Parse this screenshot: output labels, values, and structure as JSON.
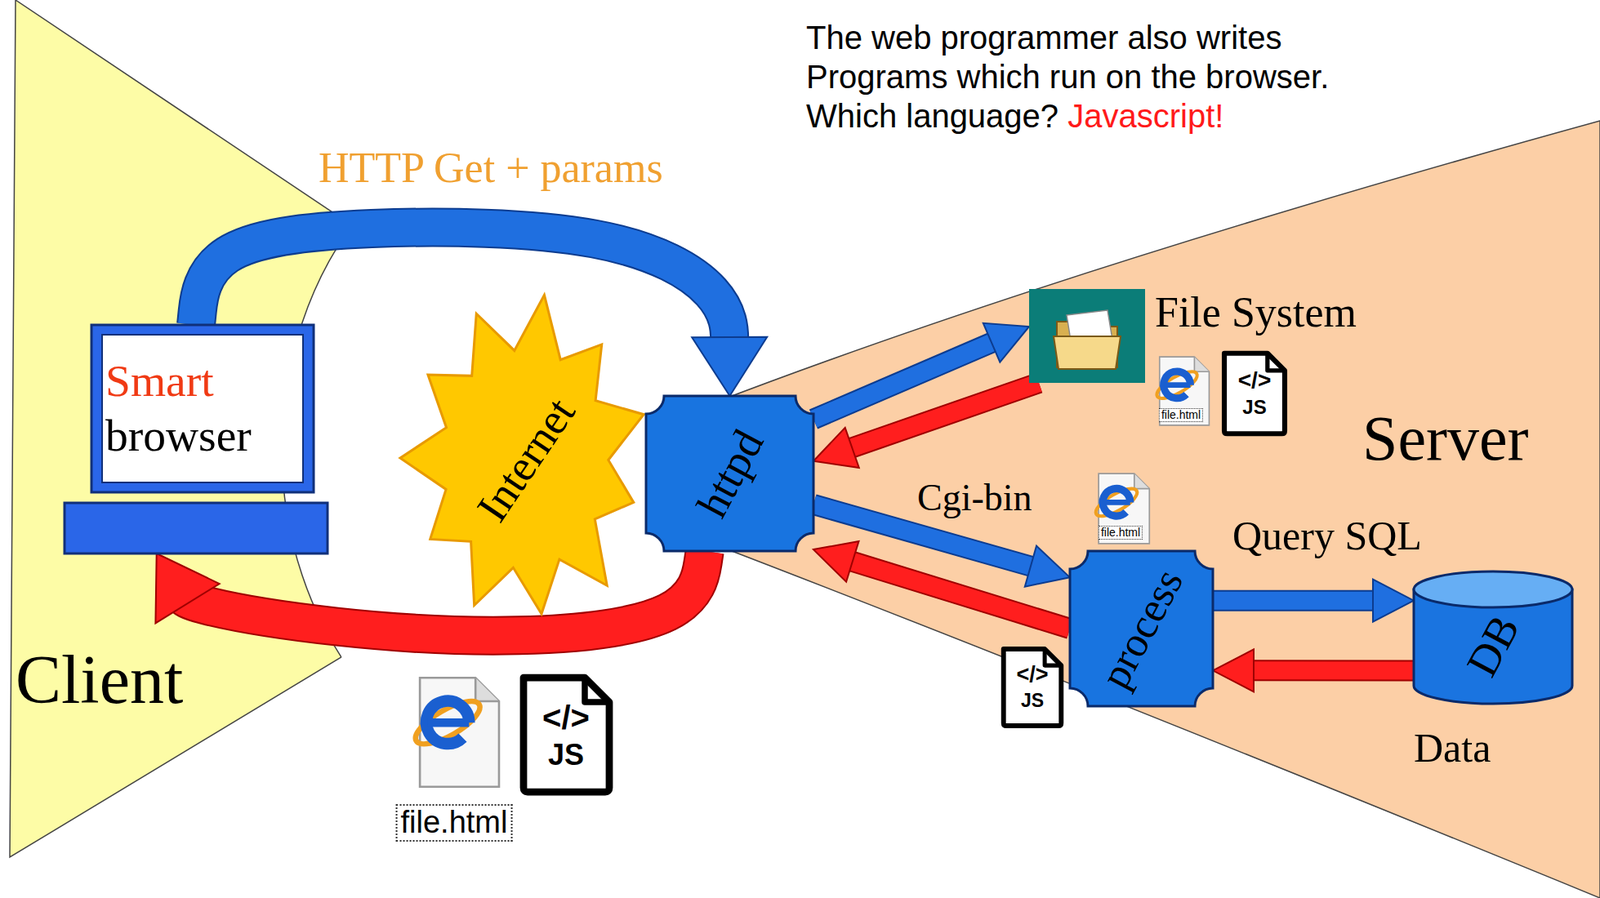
{
  "diagram": {
    "nodes": [
      {
        "text": [
          "Smart",
          "browser"
        ]
      },
      {
        "text": [
          "Internet"
        ]
      },
      {
        "text": [
          "httpd"
        ]
      },
      {
        "text": [
          "File System"
        ]
      },
      {
        "text": [
          "process"
        ]
      },
      {
        "text": [
          "DB"
        ]
      }
    ],
    "edges": [
      {
        "from": 0,
        "to": 2,
        "arrow": "to",
        "label": "HTTP Get + params"
      },
      {
        "from": 2,
        "to": 0,
        "arrow": "to"
      },
      {
        "from": 2,
        "to": 3,
        "arrow": "to"
      },
      {
        "from": 3,
        "to": 2,
        "arrow": "to"
      },
      {
        "from": 2,
        "to": 4,
        "arrow": "to",
        "label": "Cgi-bin"
      },
      {
        "from": 4,
        "to": 2,
        "arrow": "to"
      },
      {
        "from": 4,
        "to": 5,
        "arrow": "to",
        "label": "Query SQL"
      },
      {
        "from": 5,
        "to": 4,
        "arrow": "to"
      }
    ],
    "labels": [
      "The web programmer also writes Programs which run on the browser. Which language?",
      "Javascript!",
      "Client",
      "Server",
      "file.html",
      "</>",
      "JS",
      "file.html",
      "</>",
      "JS",
      "file.html",
      "</>",
      "JS",
      "Data"
    ]
  }
}
